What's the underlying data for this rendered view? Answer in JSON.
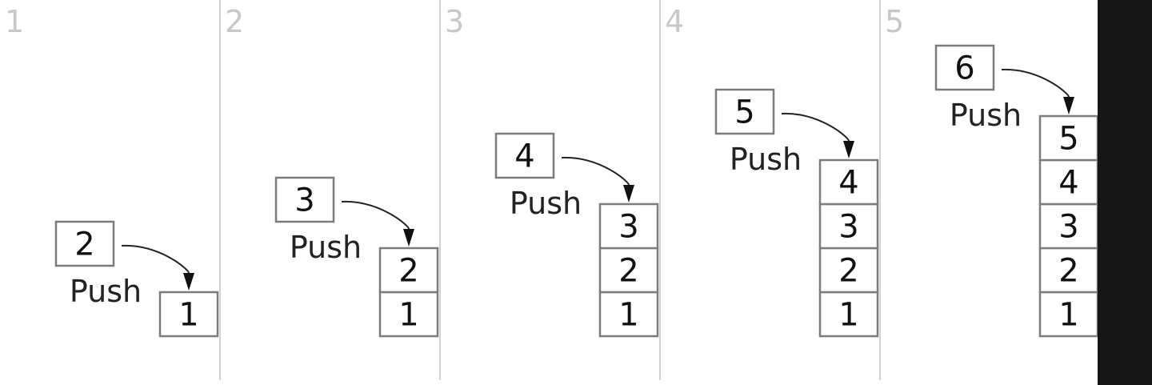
{
  "diagram": {
    "colors": {
      "background": "#ffffff",
      "right_bar": "#161616",
      "divider": "#d2d2d2",
      "panel_number": "#c8c8c8",
      "box_border": "#7c7c7c",
      "text": "#111111"
    },
    "panels": [
      {
        "number": "1",
        "stack": [
          "1"
        ],
        "pushed": "2",
        "action": "Push"
      },
      {
        "number": "2",
        "stack": [
          "1",
          "2"
        ],
        "pushed": "3",
        "action": "Push"
      },
      {
        "number": "3",
        "stack": [
          "1",
          "2",
          "3"
        ],
        "pushed": "4",
        "action": "Push"
      },
      {
        "number": "4",
        "stack": [
          "1",
          "2",
          "3",
          "4"
        ],
        "pushed": "5",
        "action": "Push"
      },
      {
        "number": "5",
        "stack": [
          "1",
          "2",
          "3",
          "4",
          "5"
        ],
        "pushed": "6",
        "action": "Push"
      }
    ]
  }
}
